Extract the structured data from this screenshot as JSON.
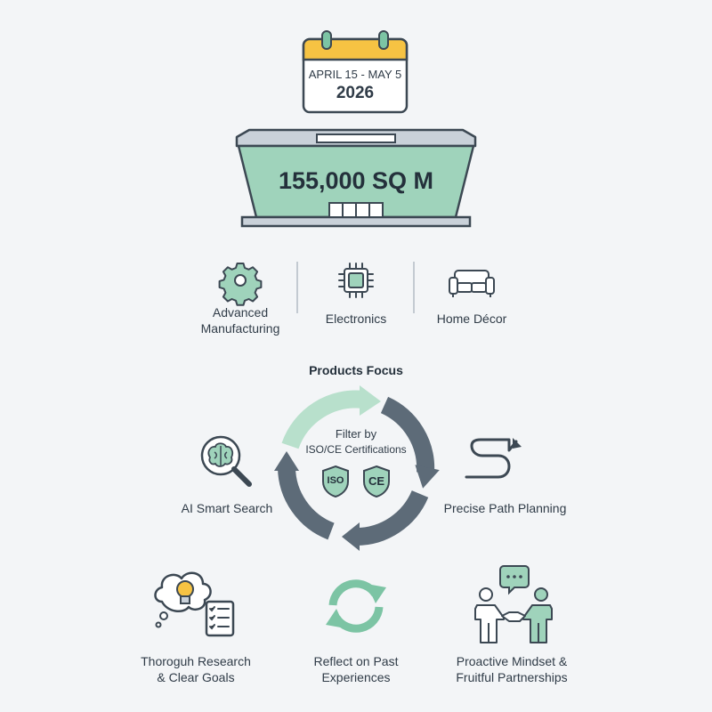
{
  "event": {
    "date_range": "APRIL 15 - MAY 5",
    "year": "2026"
  },
  "venue": {
    "area": "155,000 SQ M"
  },
  "sectors": [
    {
      "line1": "Advanced",
      "line2": "Manufacturing",
      "icon": "gear-icon"
    },
    {
      "line1": "Electronics",
      "icon": "chip-icon"
    },
    {
      "line1": "Home Décor",
      "icon": "sofa-icon"
    }
  ],
  "cycle": {
    "title": "Products Focus",
    "center_line1": "Filter by",
    "center_line2": "ISO/CE Certifications",
    "badge_iso": "ISO",
    "badge_ce": "CE"
  },
  "features": [
    {
      "line1": "AI Smart Search",
      "icon": "brain-magnifier-icon"
    },
    {
      "line1": "Precise Path Planning",
      "icon": "path-arrow-icon"
    },
    {
      "line1": "Thoroguh Research",
      "line2": "& Clear Goals",
      "icon": "lightbulb-checklist-icon"
    },
    {
      "line1": "Reflect on Past",
      "line2": "Experiences",
      "icon": "refresh-arrows-icon"
    },
    {
      "line1": "Proactive Mindset &",
      "line2": "Fruitful Partnerships",
      "icon": "handshake-icon"
    }
  ],
  "colors": {
    "green": "#7cc4a4",
    "green_light": "#bfe3d2",
    "slate": "#5d6b78",
    "yellow": "#f6c343",
    "outline": "#3c4853"
  }
}
